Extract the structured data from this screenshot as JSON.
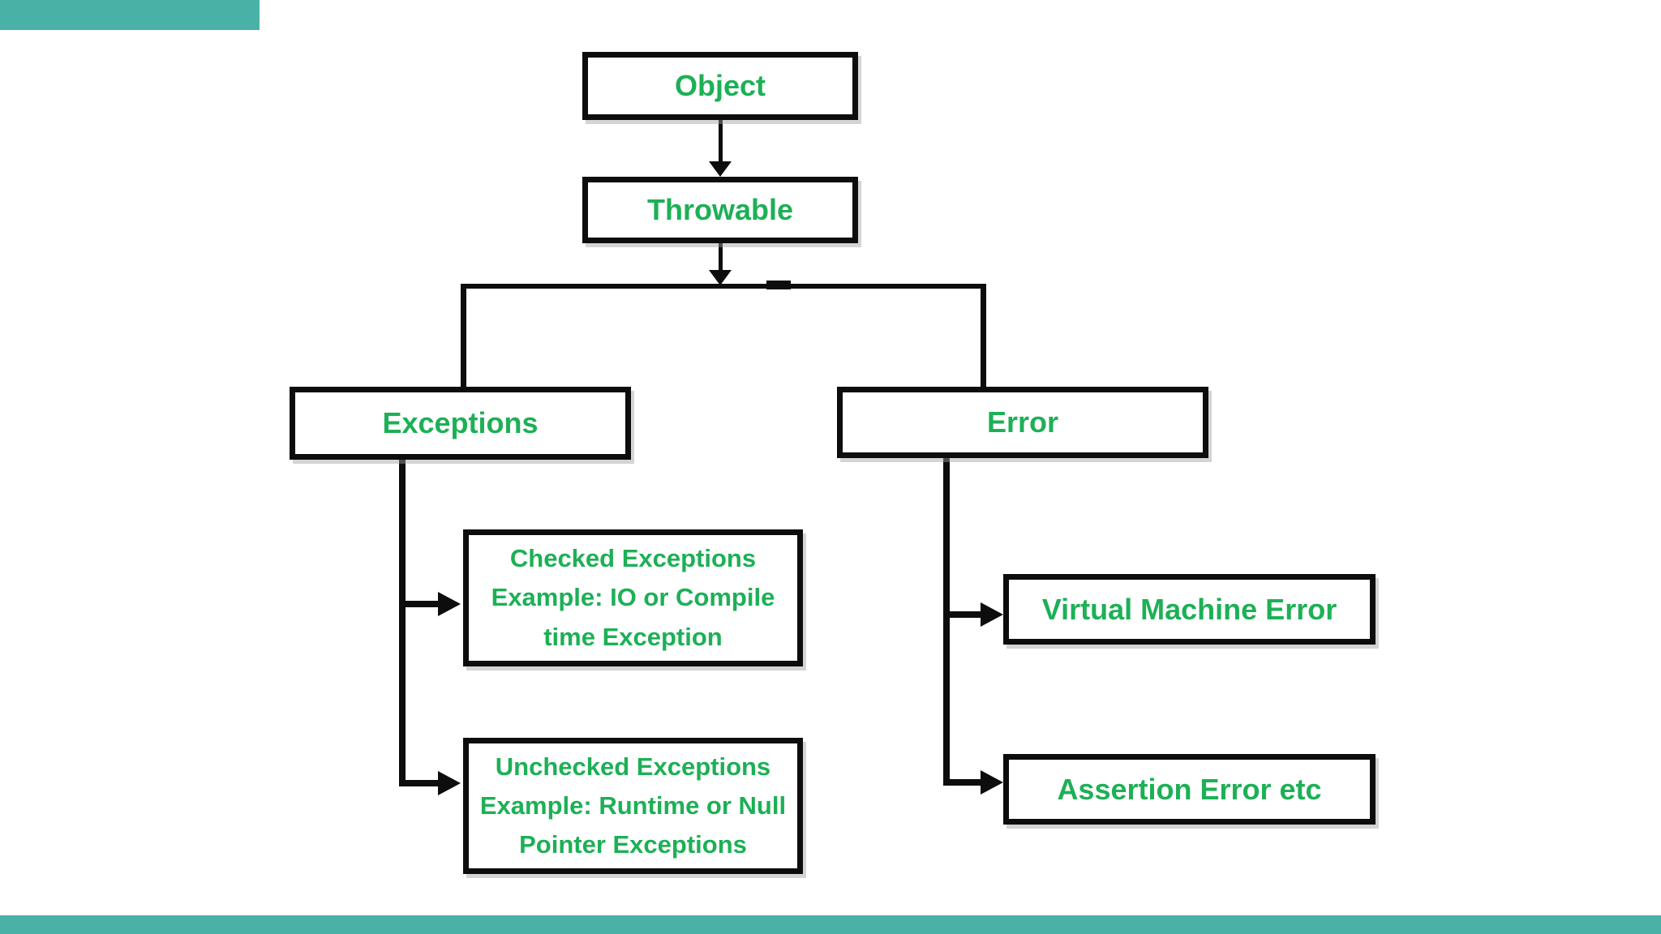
{
  "title": "Java Throwable hierarchy diagram",
  "colors": {
    "text_green": "#1db056",
    "teal_bar": "#4ab1a7",
    "box_border": "#0d0d0d",
    "background": "#ffffff"
  },
  "boxes": {
    "object": {
      "label": "Object"
    },
    "throwable": {
      "label": "Throwable"
    },
    "exceptions": {
      "label": "Exceptions"
    },
    "error": {
      "label": "Error"
    },
    "checked": {
      "lines": [
        "Checked Exceptions",
        "Example: IO or Compile",
        "time Exception"
      ]
    },
    "unchecked": {
      "lines": [
        "Unchecked Exceptions",
        "Example: Runtime or Null",
        "Pointer Exceptions"
      ]
    },
    "vme": {
      "label": "Virtual Machine Error"
    },
    "assertion": {
      "label": "Assertion Error etc"
    }
  },
  "edges": [
    {
      "from": "Object",
      "to": "Throwable"
    },
    {
      "from": "Throwable",
      "to": "Exceptions"
    },
    {
      "from": "Throwable",
      "to": "Error"
    },
    {
      "from": "Exceptions",
      "to": "Checked Exceptions"
    },
    {
      "from": "Exceptions",
      "to": "Unchecked Exceptions"
    },
    {
      "from": "Error",
      "to": "Virtual Machine Error"
    },
    {
      "from": "Error",
      "to": "Assertion Error etc"
    }
  ]
}
